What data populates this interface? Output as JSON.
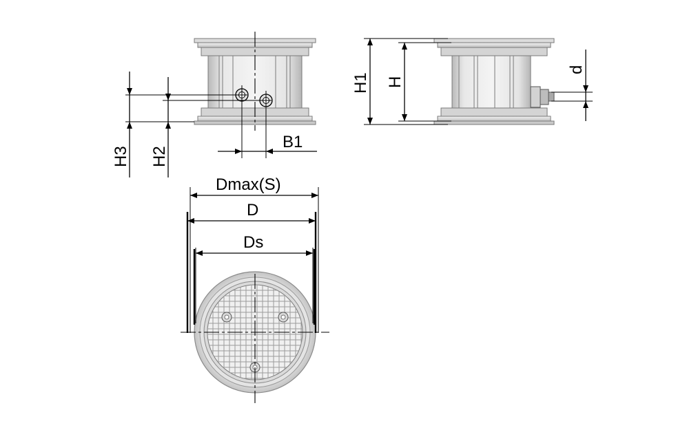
{
  "labels": {
    "h3": "H3",
    "h2": "H2",
    "b1": "B1",
    "h1": "H1",
    "h": "H",
    "d_small": "d",
    "dmax": "Dmax(S)",
    "d": "D",
    "ds": "Ds"
  },
  "colors": {
    "line": "#000000",
    "part_light": "#ececec",
    "part_mid": "#d6d6d6",
    "part_dark": "#b8b8b8",
    "part_edge": "#7a7a7a"
  }
}
